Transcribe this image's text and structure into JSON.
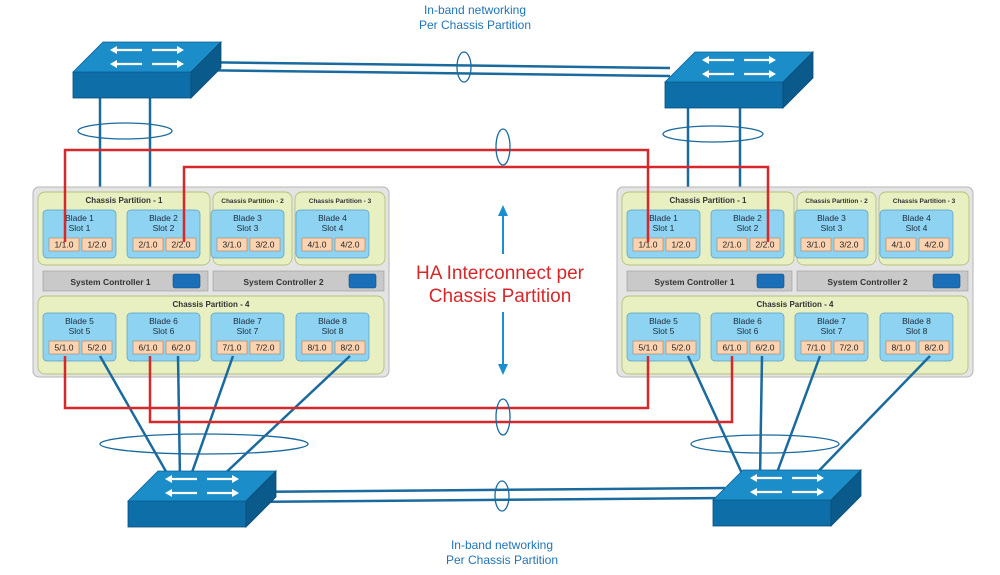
{
  "captions": {
    "top_line1": "In-band networking",
    "top_line2": "Per Chassis Partition",
    "bottom_line1": "In-band networking",
    "bottom_line2": "Per Chassis Partition",
    "ha_line1": "HA Interconnect per",
    "ha_line2": "Chassis Partition"
  },
  "partitions": {
    "p1": "Chassis Partition - 1",
    "p2": "Chassis Partition - 2",
    "p3": "Chassis Partition - 3",
    "p4": "Chassis Partition - 4"
  },
  "controllers": {
    "sc1": "System Controller 1",
    "sc2": "System Controller 2"
  },
  "blades": [
    {
      "name": "Blade 1",
      "slot": "Slot 1",
      "ports": [
        "1/1.0",
        "1/2.0"
      ]
    },
    {
      "name": "Blade 2",
      "slot": "Slot 2",
      "ports": [
        "2/1.0",
        "2/2.0"
      ]
    },
    {
      "name": "Blade 3",
      "slot": "Slot 3",
      "ports": [
        "3/1.0",
        "3/2.0"
      ]
    },
    {
      "name": "Blade 4",
      "slot": "Slot 4",
      "ports": [
        "4/1.0",
        "4/2.0"
      ]
    },
    {
      "name": "Blade 5",
      "slot": "Slot 5",
      "ports": [
        "5/1.0",
        "5/2.0"
      ]
    },
    {
      "name": "Blade 6",
      "slot": "Slot 6",
      "ports": [
        "6/1.0",
        "6/2.0"
      ]
    },
    {
      "name": "Blade 7",
      "slot": "Slot 7",
      "ports": [
        "7/1.0",
        "7/2.0"
      ]
    },
    {
      "name": "Blade 8",
      "slot": "Slot 8",
      "ports": [
        "8/1.0",
        "8/2.0"
      ]
    }
  ],
  "colors": {
    "network_link": "#1a6a9e",
    "ha_link": "#d6282b",
    "switch": "#1b8dc9",
    "chassis": "#e4e4e4",
    "partition": "#e8efc0",
    "blade": "#8fd3f2",
    "port": "#fbd3b0",
    "controller": "#c9c9c9",
    "controller_led": "#1a6fb8",
    "arrow": "#1a8fcf"
  },
  "icons": {
    "switch": "network-switch-icon"
  }
}
